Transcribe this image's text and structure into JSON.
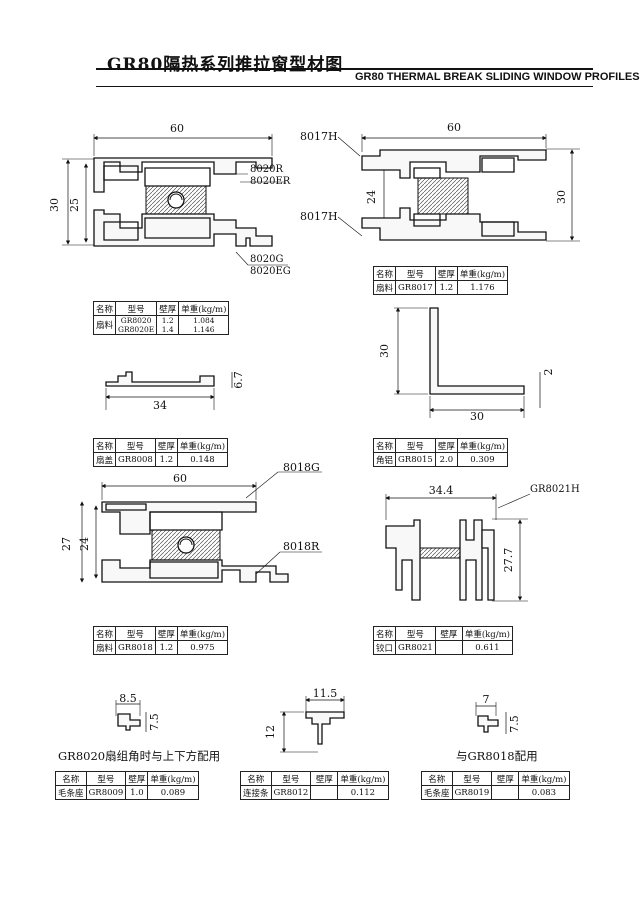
{
  "header": {
    "title_cn": "GR80隔热系列推拉窗型材图",
    "title_en": "GR80 THERMAL BREAK SLIDING WINDOW PROFILES"
  },
  "table_headers": [
    "名称",
    "型号",
    "壁厚",
    "单重(kg/m)"
  ],
  "profiles": {
    "p8020": {
      "labels": [
        "8020R",
        "8020ER",
        "8020G",
        "8020EG"
      ],
      "dims": [
        "60",
        "30",
        "25"
      ],
      "table": {
        "name": "扇料",
        "model": "GR8020\nGR8020E",
        "thickness": "1.2\n1.4",
        "weight": "1.084\n1.146"
      }
    },
    "p8017": {
      "labels": [
        "8017H",
        "8017H"
      ],
      "dims": [
        "60",
        "24",
        "30"
      ],
      "table": {
        "name": "扇料",
        "model": "GR8017",
        "thickness": "1.2",
        "weight": "1.176"
      }
    },
    "p8008": {
      "dims": [
        "34",
        "6.7"
      ],
      "table": {
        "name": "扇盖",
        "model": "GR8008",
        "thickness": "1.2",
        "weight": "0.148"
      }
    },
    "p8015": {
      "dims": [
        "30",
        "2",
        "30"
      ],
      "table": {
        "name": "角铝",
        "model": "GR8015",
        "thickness": "2.0",
        "weight": "0.309"
      }
    },
    "p8018": {
      "labels": [
        "8018G",
        "8018R"
      ],
      "dims": [
        "60",
        "27",
        "24"
      ],
      "table": {
        "name": "扇料",
        "model": "GR8018",
        "thickness": "1.2",
        "weight": "0.975"
      }
    },
    "p8021": {
      "labels": [
        "GR8021H"
      ],
      "dims": [
        "34.4",
        "27.7"
      ],
      "table": {
        "name": "铰口",
        "model": "GR8021",
        "thickness": "",
        "weight": "0.611"
      }
    },
    "p8009": {
      "dims": [
        "8.5",
        "7.5"
      ],
      "note": "GR8020扇组角时与上下方配用",
      "table": {
        "name": "毛条座",
        "model": "GR8009",
        "thickness": "1.0",
        "weight": "0.089"
      }
    },
    "p8012": {
      "dims": [
        "11.5",
        "12"
      ],
      "table": {
        "name": "连接条",
        "model": "GR8012",
        "thickness": "",
        "weight": "0.112"
      }
    },
    "p8019": {
      "dims": [
        "7",
        "7.5"
      ],
      "note": "与GR8018配用",
      "table": {
        "name": "毛条座",
        "model": "GR8019",
        "thickness": "",
        "weight": "0.083"
      }
    }
  }
}
